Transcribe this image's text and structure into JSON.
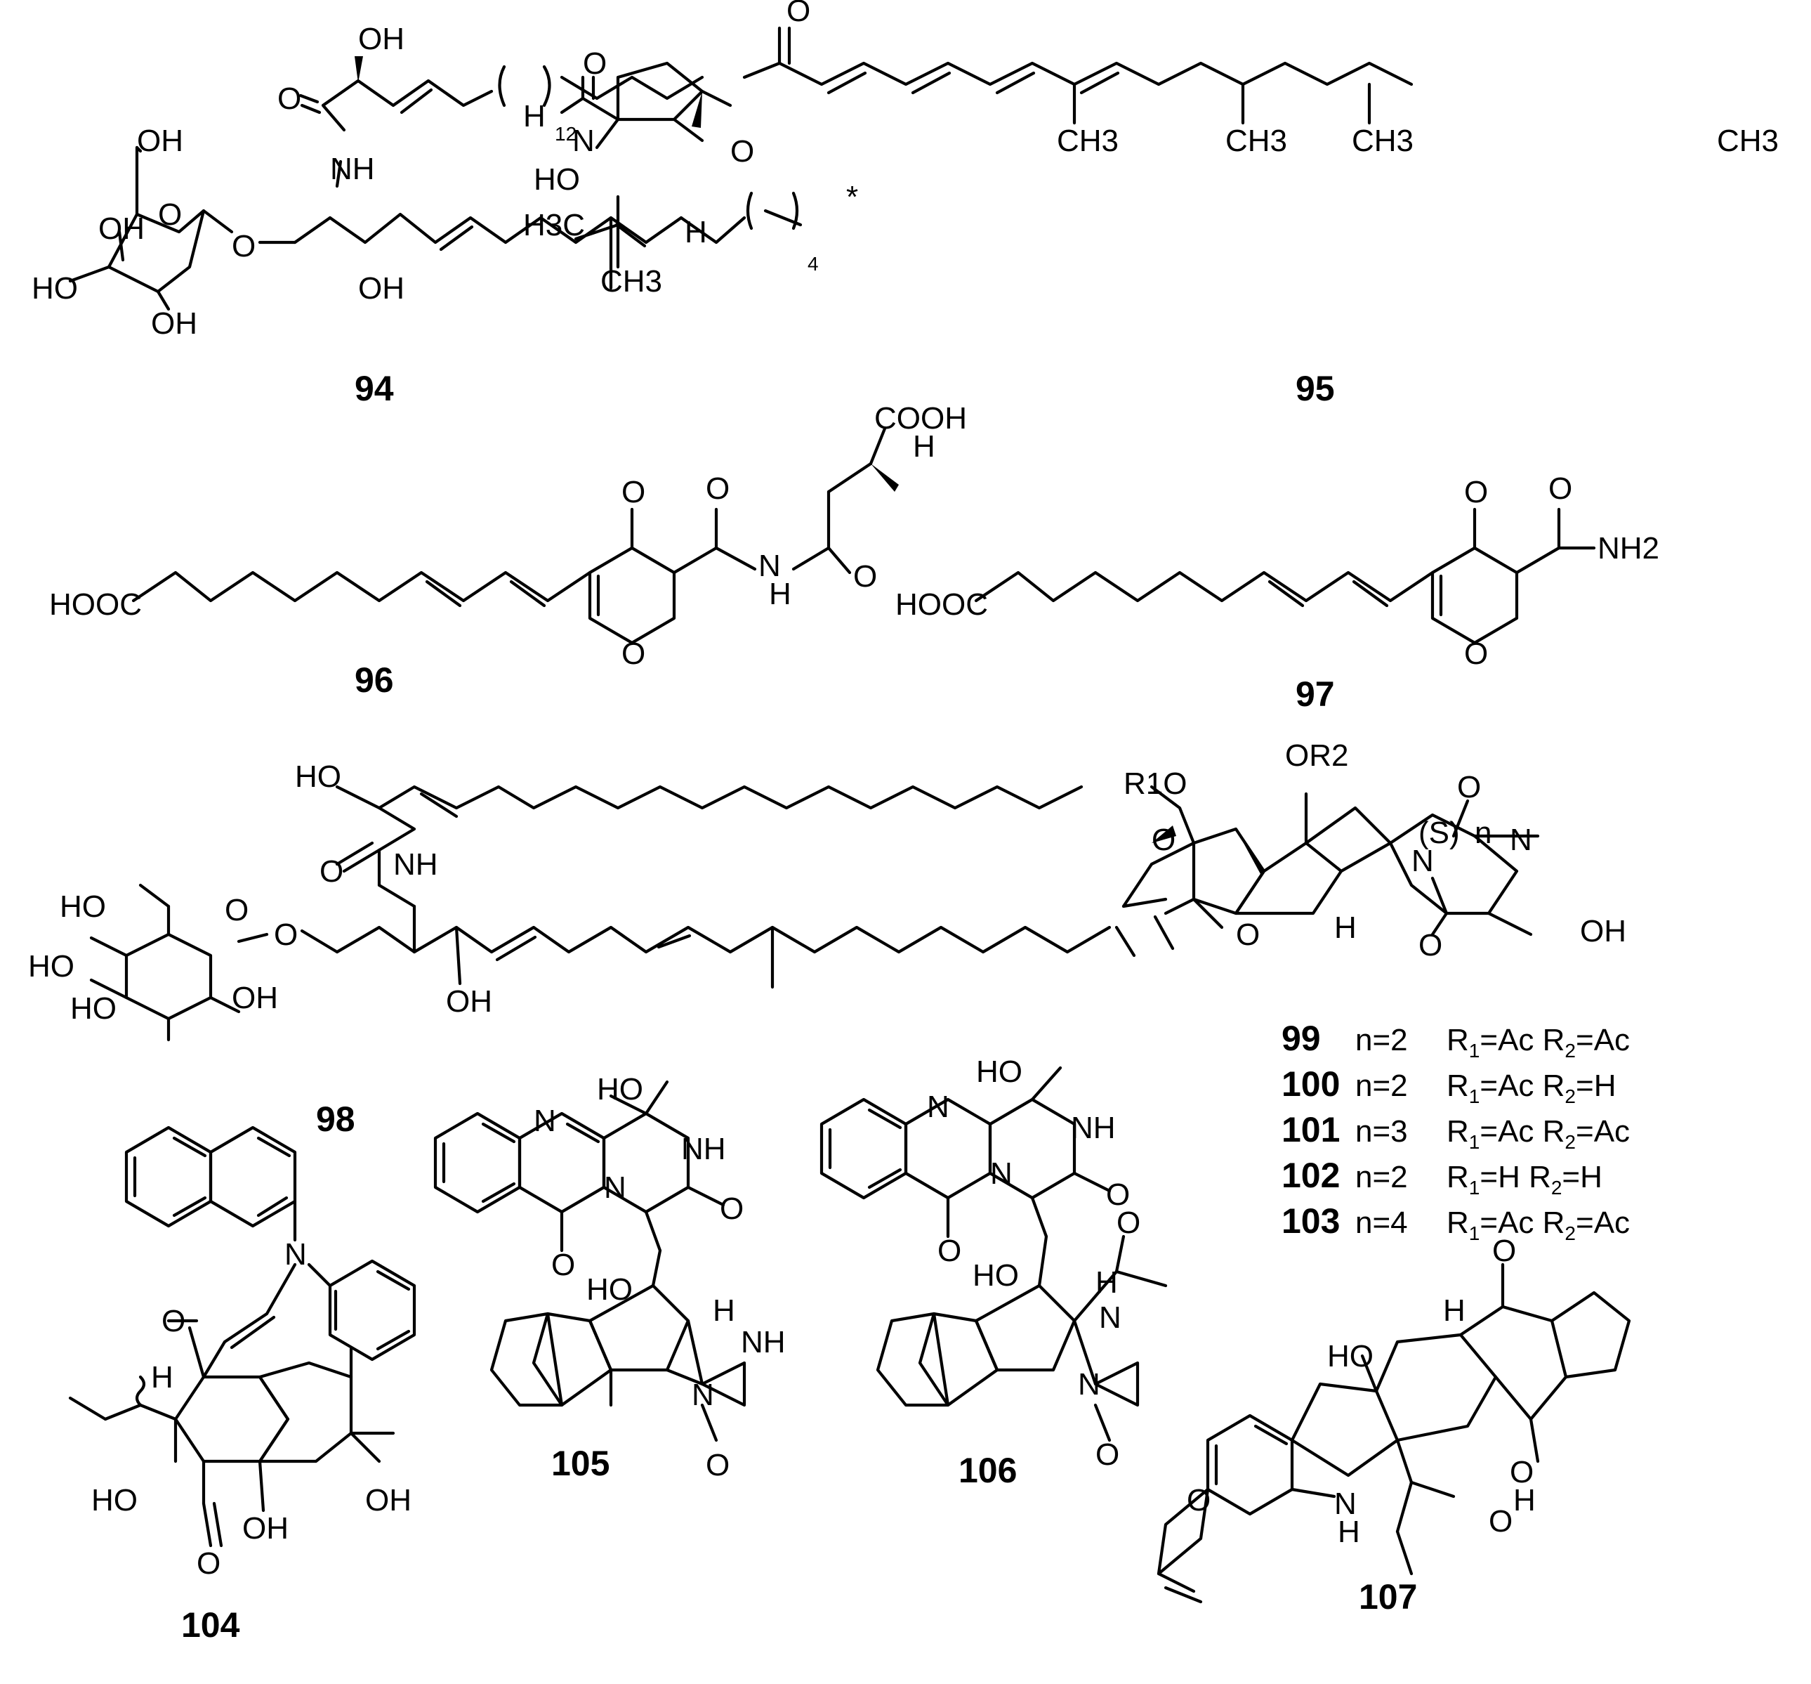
{
  "figure": {
    "compounds": [
      {
        "id": "94",
        "label": "94"
      },
      {
        "id": "95",
        "label": "95"
      },
      {
        "id": "96",
        "label": "96"
      },
      {
        "id": "97",
        "label": "97"
      },
      {
        "id": "98",
        "label": "98"
      },
      {
        "id": "104",
        "label": "104"
      },
      {
        "id": "105",
        "label": "105"
      },
      {
        "id": "106",
        "label": "106"
      },
      {
        "id": "107",
        "label": "107"
      }
    ],
    "substituent_table": [
      {
        "id": "99",
        "n": "n=2",
        "r1": "Ac",
        "r2": "Ac"
      },
      {
        "id": "100",
        "n": "n=2",
        "r1": "Ac",
        "r2": "H"
      },
      {
        "id": "101",
        "n": "n=3",
        "r1": "Ac",
        "r2": "Ac"
      },
      {
        "id": "102",
        "n": "n=2",
        "r1": "H",
        "r2": "H"
      },
      {
        "id": "103",
        "n": "n=4",
        "r1": "Ac",
        "r2": "Ac"
      }
    ],
    "atoms": {
      "OH": "OH",
      "HO": "HO",
      "O": "O",
      "NH": "NH",
      "N": "N",
      "H": "H",
      "CH3": "CH3",
      "H3C": "H3C",
      "COOH": "COOH",
      "HOOC": "HOOC",
      "NH2": "NH2",
      "R1O": "R1O",
      "OR2": "OR2",
      "S": "(S)",
      "n": "n",
      "star": "*",
      "rep12": "12",
      "rep4": "4"
    }
  }
}
